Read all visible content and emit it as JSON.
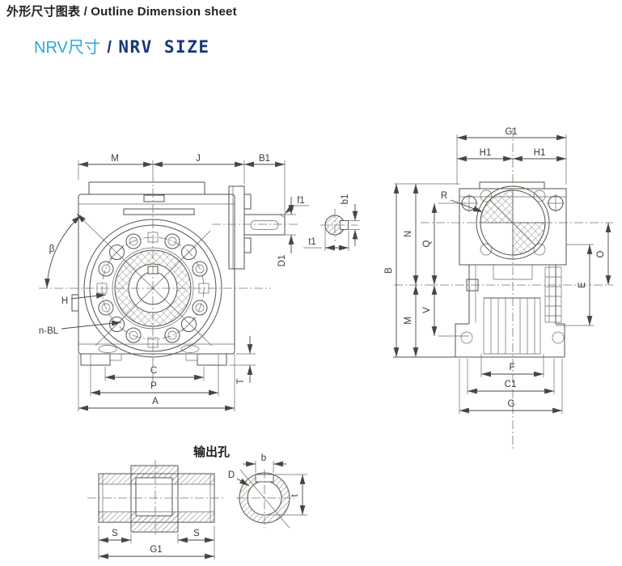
{
  "page": {
    "title": "外形尺寸图表 / Outline Dimension sheet",
    "subtitle_cn": "NRV尺寸",
    "subtitle_sep": "/",
    "subtitle_en": "NRV SIZE"
  },
  "palette": {
    "accent_light_blue": "#2da7e0",
    "accent_navy": "#16387c",
    "title_text": "#231f20",
    "drawing_line": "#57514b",
    "dimension_text": "#3a3a3a",
    "background": "#ffffff"
  },
  "views": {
    "front": {
      "dims": {
        "M": "M",
        "J": "J",
        "B1": "B1",
        "beta": "β",
        "H": "H",
        "n_BL": "n-BL",
        "C": "C",
        "P": "P",
        "A": "A",
        "T": "T",
        "D1": "D1",
        "f1": "f1",
        "b1": "b1",
        "t1": "t1"
      }
    },
    "side": {
      "dims": {
        "G1": "G1",
        "H1_left": "H1",
        "H1_right": "H1",
        "R": "R",
        "B": "B",
        "N": "N",
        "Q": "Q",
        "M": "M",
        "V": "V",
        "O": "O",
        "E": "E",
        "F": "F",
        "C1": "C1",
        "G": "G"
      }
    },
    "output_bore": {
      "caption": "输出孔",
      "dims": {
        "S_left": "S",
        "S_right": "S",
        "G1": "G1",
        "b": "b",
        "D": "D",
        "t": "t"
      }
    }
  }
}
